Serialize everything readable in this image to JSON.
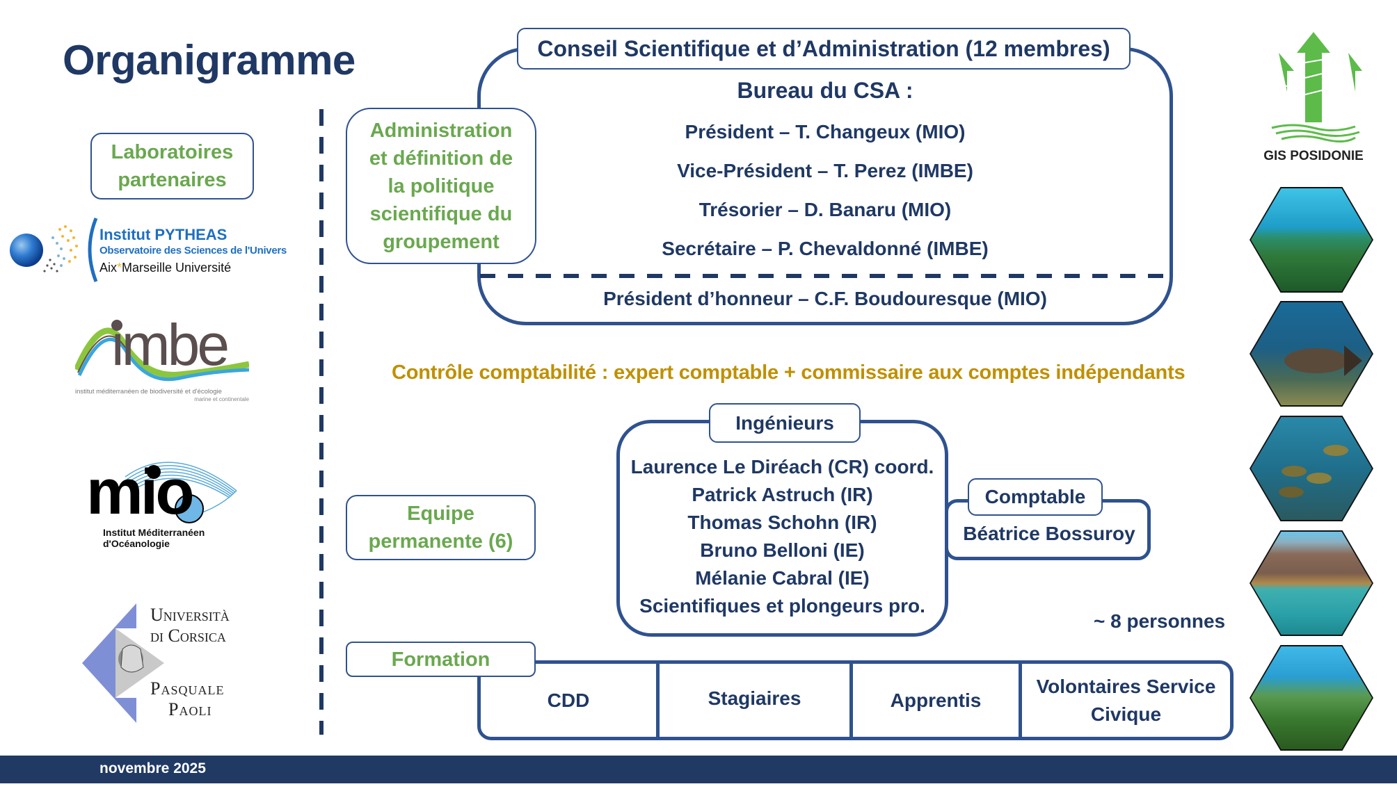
{
  "page": {
    "title": "Organigramme",
    "footer_date": "novembre 2025"
  },
  "colors": {
    "navy": "#1f3864",
    "border_blue": "#2f528f",
    "green": "#6aa84f",
    "gold": "#bf9000",
    "footer": "#213a64",
    "logo_green": "#5dbb4a"
  },
  "left_panel": {
    "label": [
      "Laboratoires",
      "partenaires"
    ],
    "logos": {
      "pytheas": {
        "icon": "pytheas-logo",
        "line1": "Institut PYTHEAS",
        "line2": "Observatoire des Sciences de l'Univers",
        "line3a": "Aix",
        "line3b": "Marseille Université"
      },
      "imbe": {
        "icon": "imbe-logo",
        "wordmark": "imbe",
        "line1": "institut méditerranéen de biodiversité et d'écologie",
        "line2": "marine et continentale"
      },
      "mio": {
        "icon": "mio-logo",
        "wordmark": "mio",
        "line1": "Institut Méditerranéen",
        "line2": "d'Océanologie"
      },
      "corsica": {
        "icon": "universita-di-corsica-logo",
        "line1": "Università",
        "line2": "di Corsica",
        "line3": "Pasquale",
        "line4": "Paoli"
      }
    }
  },
  "csa": {
    "header": "Conseil Scientifique et d’Administration (12 membres)",
    "role_label": [
      "Administration",
      "et définition de",
      "la politique",
      "scientifique du",
      "groupement"
    ],
    "bureau_title": "Bureau du CSA :",
    "members": [
      "Président – T. Changeux (MIO)",
      "Vice-Président – T. Perez (IMBE)",
      "Trésorier – D. Banaru (MIO)",
      "Secrétaire – P. Chevaldonné (IMBE)"
    ],
    "honorary": "Président d’honneur – C.F. Boudouresque (MIO)"
  },
  "control": "Contrôle comptabilité : expert comptable + commissaire aux comptes indépendants",
  "team": {
    "label": [
      "Equipe",
      "permanente (6)"
    ],
    "engineers_header": "Ingénieurs",
    "engineers": [
      "Laurence Le Diréach (CR) coord.",
      "Patrick Astruch (IR)",
      "Thomas Schohn (IR)",
      "Bruno Belloni (IE)",
      "Mélanie Cabral (IE)",
      "Scientifiques et plongeurs pro."
    ],
    "accountant_header": "Comptable",
    "accountant": "Béatrice Bossuroy",
    "total": "~ 8 personnes"
  },
  "training": {
    "label": "Formation",
    "categories": [
      "CDD",
      "Stagiaires",
      "Apprentis",
      [
        "Volontaires Service",
        "Civique"
      ]
    ]
  },
  "right_panel": {
    "logo_text": "GIS POSIDONIE",
    "logo_icon": "trident-seagrass-logo",
    "photos": [
      {
        "icon": "seagrass-meadow-photo"
      },
      {
        "icon": "grouper-fish-photo"
      },
      {
        "icon": "fish-school-photo"
      },
      {
        "icon": "rocky-coast-photo"
      },
      {
        "icon": "posidonia-leaves-photo"
      }
    ]
  }
}
